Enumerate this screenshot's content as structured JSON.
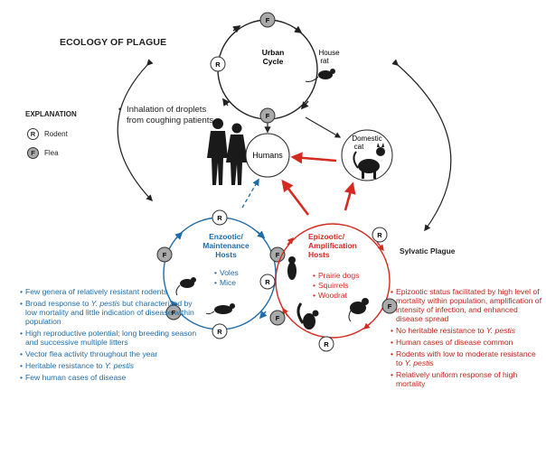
{
  "title": "ECOLOGY OF PLAGUE",
  "legend": {
    "heading": "EXPLANATION",
    "rodent_letter": "R",
    "rodent_label": "Rodent",
    "flea_letter": "F",
    "flea_label": "Flea"
  },
  "inhalation": "Inhalation of droplets from coughing patients",
  "urban": {
    "label_line1": "Urban",
    "label_line2": "Cycle",
    "house_rat_line1": "House",
    "house_rat_line2": "rat"
  },
  "humans_label": "Humans",
  "domestic_cat_line1": "Domestic",
  "domestic_cat_line2": "cat",
  "enzootic": {
    "line1": "Enzootic/",
    "line2": "Maintenance",
    "line3": "Hosts",
    "species": [
      "Voles",
      "Mice"
    ]
  },
  "epizootic": {
    "line1": "Epizootic/",
    "line2": "Amplification",
    "line3": "Hosts",
    "species": [
      "Prairie dogs",
      "Squirrels",
      "Woodrat"
    ]
  },
  "sylvatic_label": "Sylvatic Plague",
  "enzootic_notes": [
    {
      "parts": [
        {
          "t": "Few genera of relatively resistant rodents"
        }
      ]
    },
    {
      "parts": [
        {
          "t": "Broad response to "
        },
        {
          "t": "Y. pestis",
          "i": true
        },
        {
          "t": " but characterized by low mortality and little indication of disease within population"
        }
      ]
    },
    {
      "parts": [
        {
          "t": "High reproductive potential; long breeding season and successive multiple litters"
        }
      ]
    },
    {
      "parts": [
        {
          "t": "Vector flea activity throughout the year"
        }
      ]
    },
    {
      "parts": [
        {
          "t": "Heritable resistance to "
        },
        {
          "t": "Y. pestis",
          "i": true
        }
      ]
    },
    {
      "parts": [
        {
          "t": "Few human cases of disease"
        }
      ]
    }
  ],
  "epizootic_notes": [
    {
      "parts": [
        {
          "t": "Epizootic status facilitated by high level of mortality within population, amplification of intensity of infection, and enhanced disease spread"
        }
      ]
    },
    {
      "parts": [
        {
          "t": "No heritable resistance to "
        },
        {
          "t": "Y. pestis",
          "i": true
        }
      ]
    },
    {
      "parts": [
        {
          "t": "Human cases of disease common"
        }
      ]
    },
    {
      "parts": [
        {
          "t": "Rodents with low to moderate resistance to "
        },
        {
          "t": "Y. pestis",
          "i": true
        }
      ]
    },
    {
      "parts": [
        {
          "t": "Relatively uniform response of high mortality"
        }
      ]
    }
  ],
  "colors": {
    "blue": "#1f6ba8",
    "red": "#d42a1f",
    "flea_gray": "#a9a9a9",
    "dark": "#222222"
  }
}
